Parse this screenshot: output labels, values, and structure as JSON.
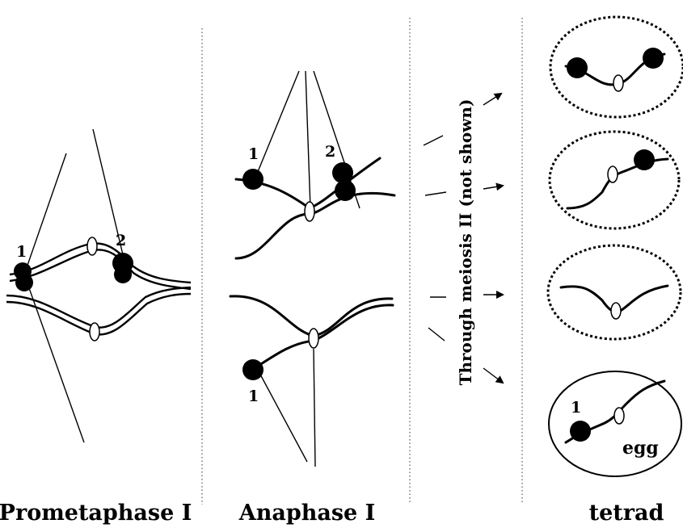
{
  "stages": {
    "prometaphase": "Prometaphase I",
    "anaphase": "Anaphase I",
    "tetrad": "tetrad"
  },
  "markers": {
    "prometaphase_one": "1",
    "prometaphase_two": "2",
    "anaphase_one_top": "1",
    "anaphase_two_top": "2",
    "anaphase_one_bottom": "1",
    "tetrad_one": "1"
  },
  "side_text": "Through meiosis II (not shown)",
  "egg_label": "egg"
}
